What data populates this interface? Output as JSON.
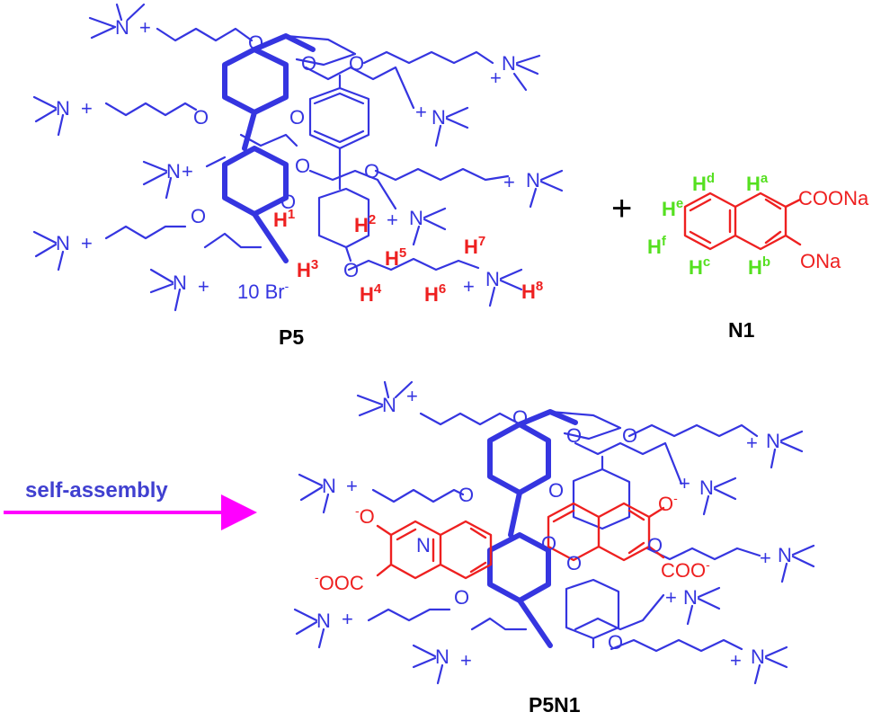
{
  "p5": {
    "label": "P5",
    "counterion": "10 Br",
    "counterion_charge": "-",
    "ammonium_n": "N",
    "ammonium_charge": "+",
    "oxygen": "O",
    "protons": [
      {
        "h": "H",
        "sup": "1"
      },
      {
        "h": "H",
        "sup": "2"
      },
      {
        "h": "H",
        "sup": "3"
      },
      {
        "h": "H",
        "sup": "4"
      },
      {
        "h": "H",
        "sup": "5"
      },
      {
        "h": "H",
        "sup": "6"
      },
      {
        "h": "H",
        "sup": "7"
      },
      {
        "h": "H",
        "sup": "8"
      }
    ]
  },
  "plus_sign": "+",
  "n1": {
    "label": "N1",
    "substituent_top": "COONa",
    "substituent_bottom": "ONa",
    "protons": [
      {
        "h": "H",
        "sup": "a"
      },
      {
        "h": "H",
        "sup": "b"
      },
      {
        "h": "H",
        "sup": "c"
      },
      {
        "h": "H",
        "sup": "d"
      },
      {
        "h": "H",
        "sup": "e"
      },
      {
        "h": "H",
        "sup": "f"
      }
    ]
  },
  "arrow": {
    "label": "self-assembly",
    "color": "#ff00ff"
  },
  "p5n1": {
    "label": "P5N1",
    "anion_o": "O",
    "anion_coo": "OOC",
    "anion_coo_right": "COO",
    "anion_charge": "-"
  },
  "colors": {
    "host": "#3535e0",
    "guest": "#ee2020",
    "proton_label": "#55e020",
    "arrow": "#ff00ff",
    "arrow_text": "#4040d0"
  }
}
